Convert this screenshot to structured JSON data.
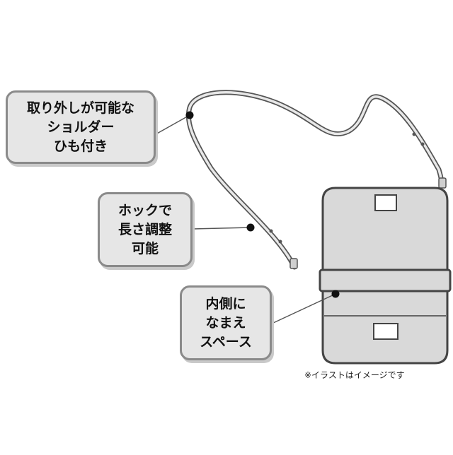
{
  "callouts": [
    {
      "lines": [
        "取り外しが可能な",
        "ショルダー",
        "ひも付き"
      ]
    },
    {
      "lines": [
        "ホックで",
        "長さ調整",
        "可能"
      ]
    },
    {
      "lines": [
        "内側に",
        "なまえ",
        "スペース"
      ]
    }
  ],
  "disclaimer": "※イラストはイメージです",
  "colors": {
    "box_fill": "#e6e6e6",
    "box_border": "#8a8a8a",
    "bag_fill": "#d9d9d9",
    "outline": "#444444"
  }
}
